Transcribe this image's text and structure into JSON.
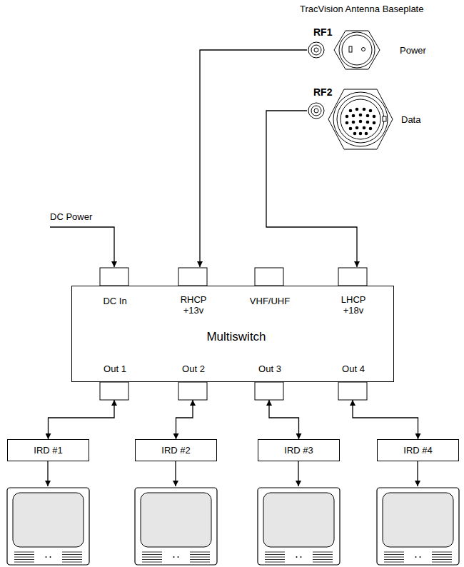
{
  "diagram": {
    "nodes": [
      {
        "text": [
          "DC In",
          "RHCP +13v",
          "VHF/UHF",
          "LHCP +18v",
          "Multiswitch",
          "Out 1",
          "Out 2",
          "Out 3",
          "Out 4"
        ]
      },
      {
        "text": [
          "IRD #1"
        ]
      },
      {
        "text": [
          "IRD #2"
        ]
      },
      {
        "text": [
          "IRD #3"
        ]
      },
      {
        "text": [
          "IRD #4"
        ]
      }
    ],
    "edges": [
      {
        "from": 0,
        "to": 1,
        "arrow": "both"
      },
      {
        "from": 0,
        "to": 2,
        "arrow": "both"
      },
      {
        "from": 0,
        "to": 3,
        "arrow": "both"
      },
      {
        "from": 0,
        "to": 4,
        "arrow": "both"
      }
    ],
    "labels": [
      "TracVision Antenna Baseplate",
      "RF1",
      "Power",
      "RF2",
      "Data",
      "DC Power"
    ]
  }
}
